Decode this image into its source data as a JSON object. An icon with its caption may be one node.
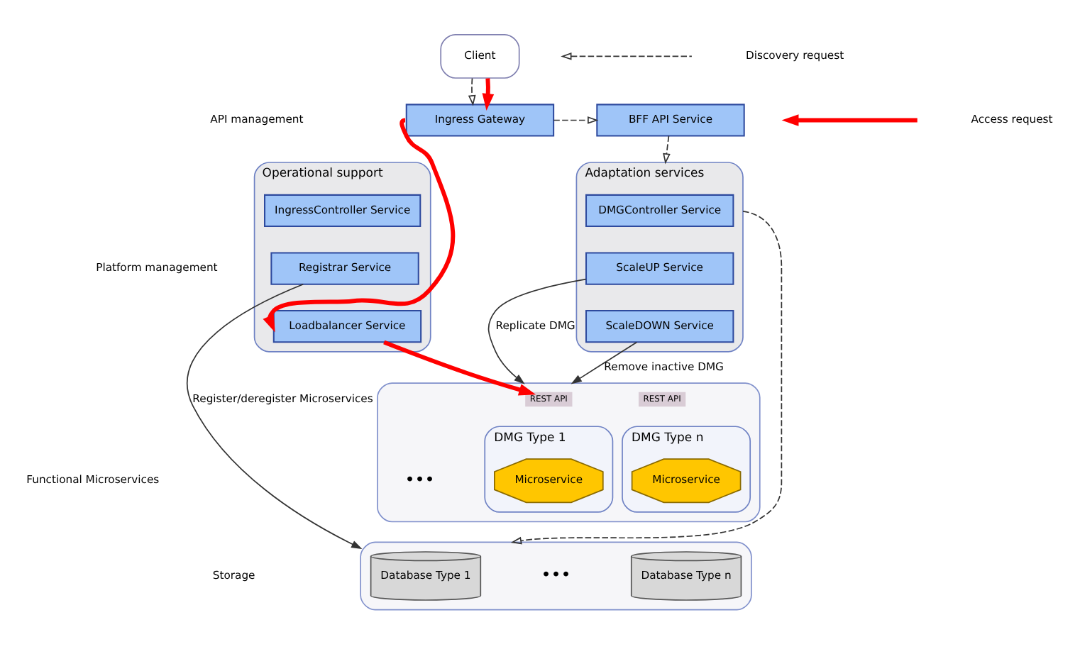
{
  "diagram": {
    "nodes": [
      {
        "text": [
          "Client"
        ]
      },
      {
        "text": [
          "Ingress Gateway"
        ]
      },
      {
        "text": [
          "BFF API Service"
        ]
      },
      {
        "text": [
          "Operational support"
        ]
      },
      {
        "text": [
          "IngressController Service"
        ],
        "in": 3
      },
      {
        "text": [
          "Registrar Service"
        ],
        "in": 3
      },
      {
        "text": [
          "Loadbalancer Service"
        ],
        "in": 3
      },
      {
        "text": [
          "Adaptation services"
        ]
      },
      {
        "text": [
          "DMGController Service"
        ],
        "in": 7
      },
      {
        "text": [
          "ScaleUP Service"
        ],
        "in": 7
      },
      {
        "text": [
          "ScaleDOWN Service"
        ],
        "in": 7
      },
      {
        "text": [],
        "shape": "box"
      },
      {
        "text": [
          "REST API"
        ],
        "in": 11
      },
      {
        "text": [
          "DMG Type 1"
        ],
        "in": 11
      },
      {
        "text": [
          "Microservice"
        ],
        "in": 13
      },
      {
        "text": [
          "REST API"
        ],
        "in": 11
      },
      {
        "text": [
          "DMG Type n"
        ],
        "in": 11
      },
      {
        "text": [
          "Microservice"
        ],
        "in": 16
      },
      {
        "text": [],
        "shape": "box"
      },
      {
        "text": [
          "Database Type 1"
        ],
        "in": 18
      },
      {
        "text": [
          "Database Type n"
        ],
        "in": 18
      }
    ],
    "edges": [
      {
        "from": 0,
        "to": 1,
        "arrow": "to",
        "style": "dashed"
      },
      {
        "from": 0,
        "to": 1,
        "arrow": "to",
        "style": "thick",
        "color": "#ff0000"
      },
      {
        "from": 1,
        "to": 2,
        "arrow": "to",
        "style": "dashed"
      },
      {
        "from": 2,
        "to": 7,
        "arrow": "to",
        "style": "dashed"
      },
      {
        "from": 1,
        "to": 6,
        "arrow": "to",
        "style": "thick",
        "color": "#ff0000"
      },
      {
        "from": 6,
        "to": 12,
        "arrow": "to",
        "style": "thick",
        "color": "#ff0000"
      },
      {
        "from": 5,
        "to": 18,
        "arrow": "to",
        "label": "Register/deregister Microservices"
      },
      {
        "from": 10,
        "to": 11,
        "arrow": "to",
        "label": "Remove inactive DMG"
      },
      {
        "from": 9,
        "to": 11,
        "arrow": "to",
        "label": "Replicate DMG"
      },
      {
        "from": 7,
        "to": 18,
        "arrow": "to",
        "style": "dashed"
      }
    ],
    "labels": [
      "API management",
      "Platform management",
      "Functional Microservices",
      "Storage",
      "•••",
      "•••"
    ],
    "legend": [
      {
        "text": "Discovery request"
      },
      {
        "text": "Access request"
      }
    ]
  }
}
